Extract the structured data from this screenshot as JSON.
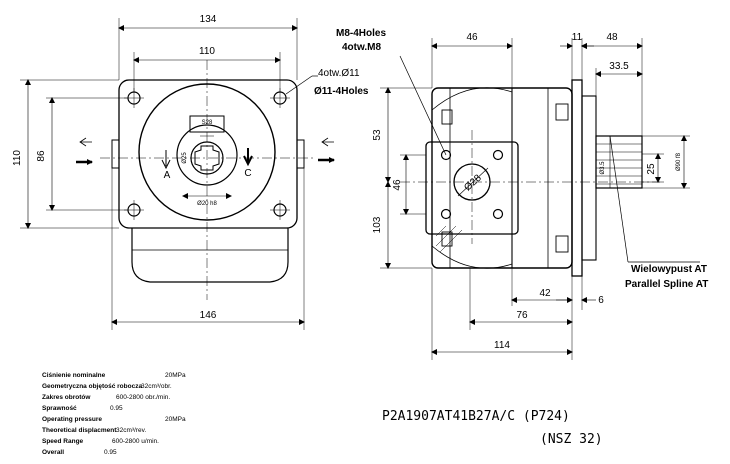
{
  "front_view": {
    "dims": {
      "width_134": "134",
      "width_110": "110",
      "width_146": "146",
      "height_110": "110",
      "height_86": "86"
    },
    "port_label": "S28",
    "shaft_size": "Ø25",
    "pilot_size": "Ø20 h8",
    "rotation_a": "A",
    "rotation_c": "C",
    "hole_callout_pl": "4otw.Ø11",
    "hole_callout_en": "Ø11-4Holes"
  },
  "side_view": {
    "dims": {
      "d46": "46",
      "d11": "11",
      "d48": "48",
      "d33_5": "33.5",
      "d53": "53",
      "d46_v": "46",
      "d103": "103",
      "d42": "42",
      "d6": "6",
      "d76": "76",
      "d114": "114",
      "d25": "25",
      "shaft_dia": "Ø90 f8",
      "spline_dia": "Ø3.5"
    },
    "port_dia": "Ø28",
    "thread_callout_en": "M8-4Holes",
    "thread_callout_pl": "4otw.M8",
    "spline_label_pl": "Wielowypust AT",
    "spline_label_en": "Parallel Spline AT"
  },
  "specs": [
    {
      "label": "Ciśnienie nominalne",
      "value": "20MPa"
    },
    {
      "label": "Geometryczna objętość robocza",
      "value": "32cm³/obr."
    },
    {
      "label": "Zakres obrotów",
      "value": "600-2800 obr./min."
    },
    {
      "label": "Sprawność",
      "value": "0.95"
    },
    {
      "label": "Operating pressure",
      "value": "20MPa"
    },
    {
      "label": "Theoretical displacment",
      "value": "32cm³/rev."
    },
    {
      "label": "Speed Range",
      "value": "600-2800 u/min."
    },
    {
      "label": "Overall",
      "value": "0.95"
    }
  ],
  "model_code": "P2A1907AT41B27A/C (P724)",
  "series_code": "(NSZ 32)"
}
